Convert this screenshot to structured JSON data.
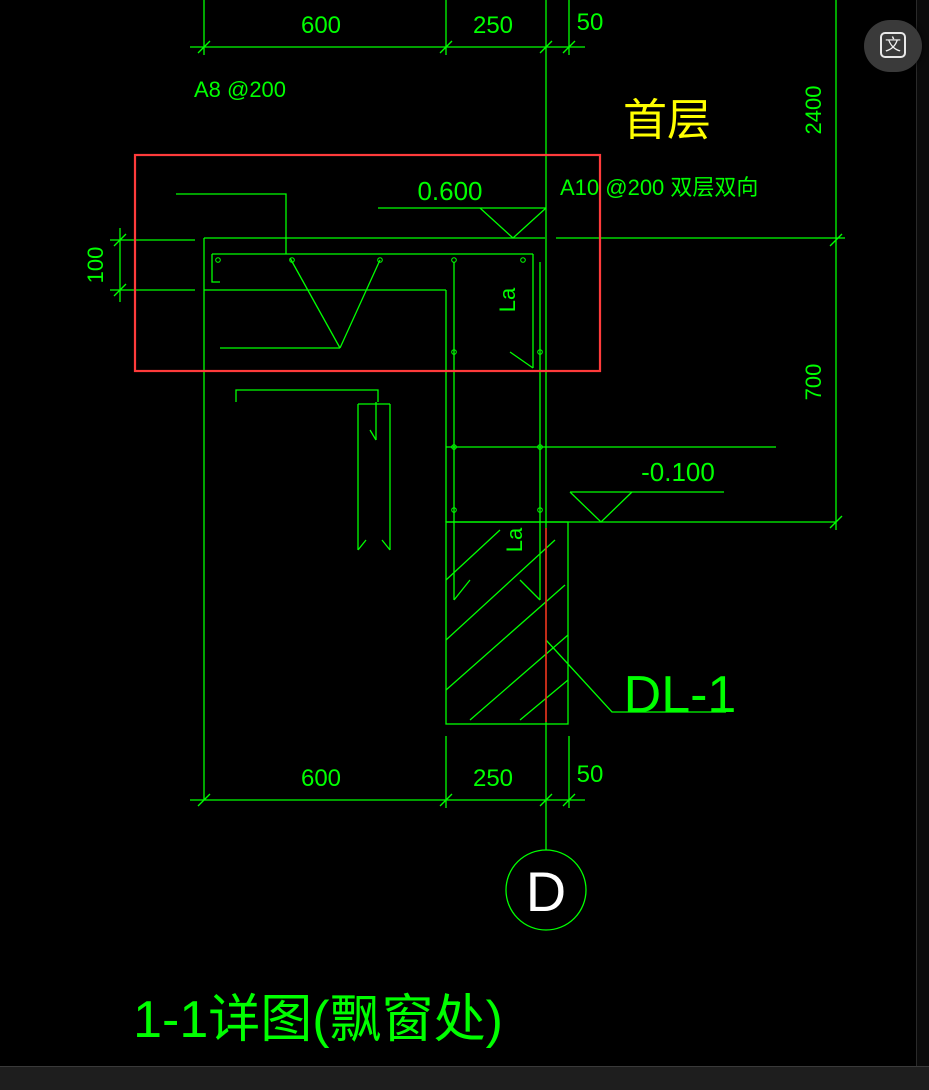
{
  "colors": {
    "background": "#000000",
    "line": "#00ff00",
    "label_yellow": "#ffff00",
    "selection_box": "#ff3b3b",
    "axis_red": "#ff2020",
    "circle_text": "#ffffff"
  },
  "drawing": {
    "dims_top": [
      "600",
      "250",
      "50"
    ],
    "dims_bottom": [
      "600",
      "250",
      "50"
    ],
    "dim_100": "100",
    "dim_2400": "2400",
    "dim_700": "700",
    "rebar_a8": "A8 @200",
    "rebar_a10": "A10 @200 双层双向",
    "floor_label": "首层",
    "elev_top": "0.600",
    "elev_bottom": "-0.100",
    "anchor_label": "La",
    "beam_label": "DL-1",
    "axis_label": "D",
    "title": "1-1详图(飘窗处)"
  },
  "ui": {
    "translate_icon": "translate-icon",
    "translate_glyph": "文"
  }
}
